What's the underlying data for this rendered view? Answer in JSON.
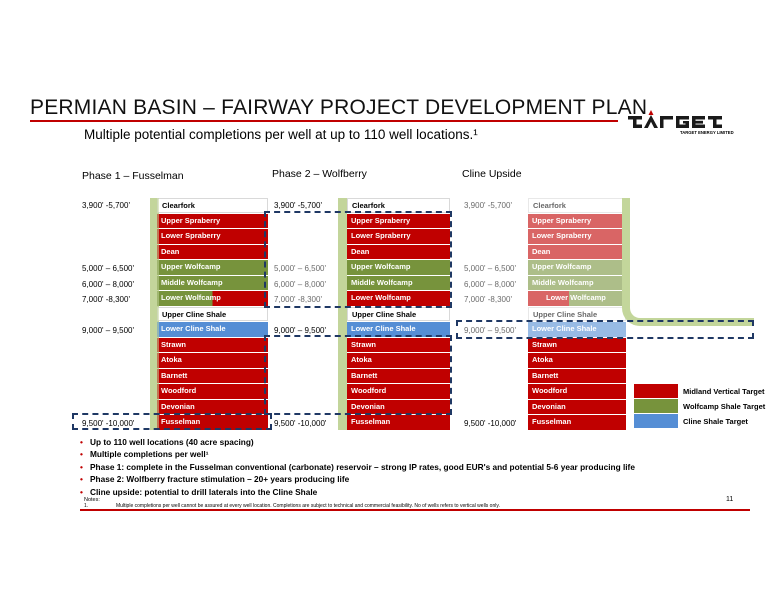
{
  "title": "PERMIAN BASIN – FAIRWAY PROJECT DEVELOPMENT PLAN",
  "subtitle": "Multiple potential completions per well at up to 110 well locations.¹",
  "logo": {
    "wordmark": "target",
    "tagline": "TARGET ENERGY LIMITED"
  },
  "phases": [
    {
      "title": "Phase 1 – Fusselman",
      "depths": [
        "3,900' -5,700'",
        "5,000' – 6,500'",
        "6,000' – 8,000'",
        "7,000' -8,300'",
        "9,000' – 9,500'",
        "9,500' -10,000'"
      ],
      "layers": [
        "Clearfork",
        "Upper Spraberry",
        "Lower Spraberry",
        "Dean",
        "Upper Wolfcamp",
        "Middle Wolfcamp",
        "Lower Wolfcamp",
        "Upper Cline Shale",
        "Lower Cline Shale",
        "Strawn",
        "Atoka",
        "Barnett",
        "Woodford",
        "Devonian",
        "Fusselman"
      ]
    },
    {
      "title": "Phase 2 – Wolfberry",
      "depths": [
        "3,900' -5,700'",
        "5,000' – 6,500'",
        "6,000' – 8,000'",
        "7,000' -8,300'",
        "9,000' – 9,500'",
        "9,500' -10,000'"
      ],
      "layers": [
        "Clearfork",
        "Upper Spraberry",
        "Lower Spraberry",
        "Dean",
        "Upper Wolfcamp",
        "Middle Wolfcamp",
        "Lower Wolfcamp",
        "Upper Cline Shale",
        "Lower Cline Shale",
        "Strawn",
        "Atoka",
        "Barnett",
        "Woodford",
        "Devonian",
        "Fusselman"
      ]
    },
    {
      "title": "Cline Upside",
      "depths": [
        "3,900' -5,700'",
        "5,000' – 6,500'",
        "6,000' – 8,000'",
        "7,000' -8,300'",
        "9,000' – 9,500'",
        "9,500' -10,000'"
      ],
      "layers": [
        "Clearfork",
        "Upper Spraberry",
        "Lower Spraberry",
        "Dean",
        "Upper Wolfcamp",
        "Middle Wolfcamp",
        "Lower Wolfcamp",
        "Upper Cline Shale",
        "Lower Cline Shale",
        "Strawn",
        "Atoka",
        "Barnett",
        "Woodford",
        "Devonian",
        "Fusselman"
      ]
    }
  ],
  "legend": [
    {
      "label": "Midland Vertical Target",
      "color": "#c00000"
    },
    {
      "label": "Wolfcamp Shale Target",
      "color": "#77933c"
    },
    {
      "label": "Cline Shale Target",
      "color": "#558ed5"
    }
  ],
  "bullets": [
    "Up to 110 well locations (40 acre spacing)",
    "Multiple completions per well¹",
    "Phase 1: complete in the Fusselman conventional (carbonate) reservoir – strong IP rates, good EUR's and potential 5-6 year producing life",
    "Phase 2: Wolfberry fracture stimulation – 20+ years producing life",
    "Cline upside: potential to drill laterals into the Cline Shale"
  ],
  "notes": {
    "label": "Notes:",
    "number": "1.",
    "text": "Multiple completions per well cannot be assured at every well location. Completions are subject to technical and commercial feasibility. No of wells refers to vertical wells only."
  },
  "page_number": "11",
  "colors": {
    "accent": "#c00000",
    "red": "#c00000",
    "green": "#77933c",
    "blue": "#558ed5",
    "well": "#c3d69b",
    "dash": "#1f3864"
  }
}
